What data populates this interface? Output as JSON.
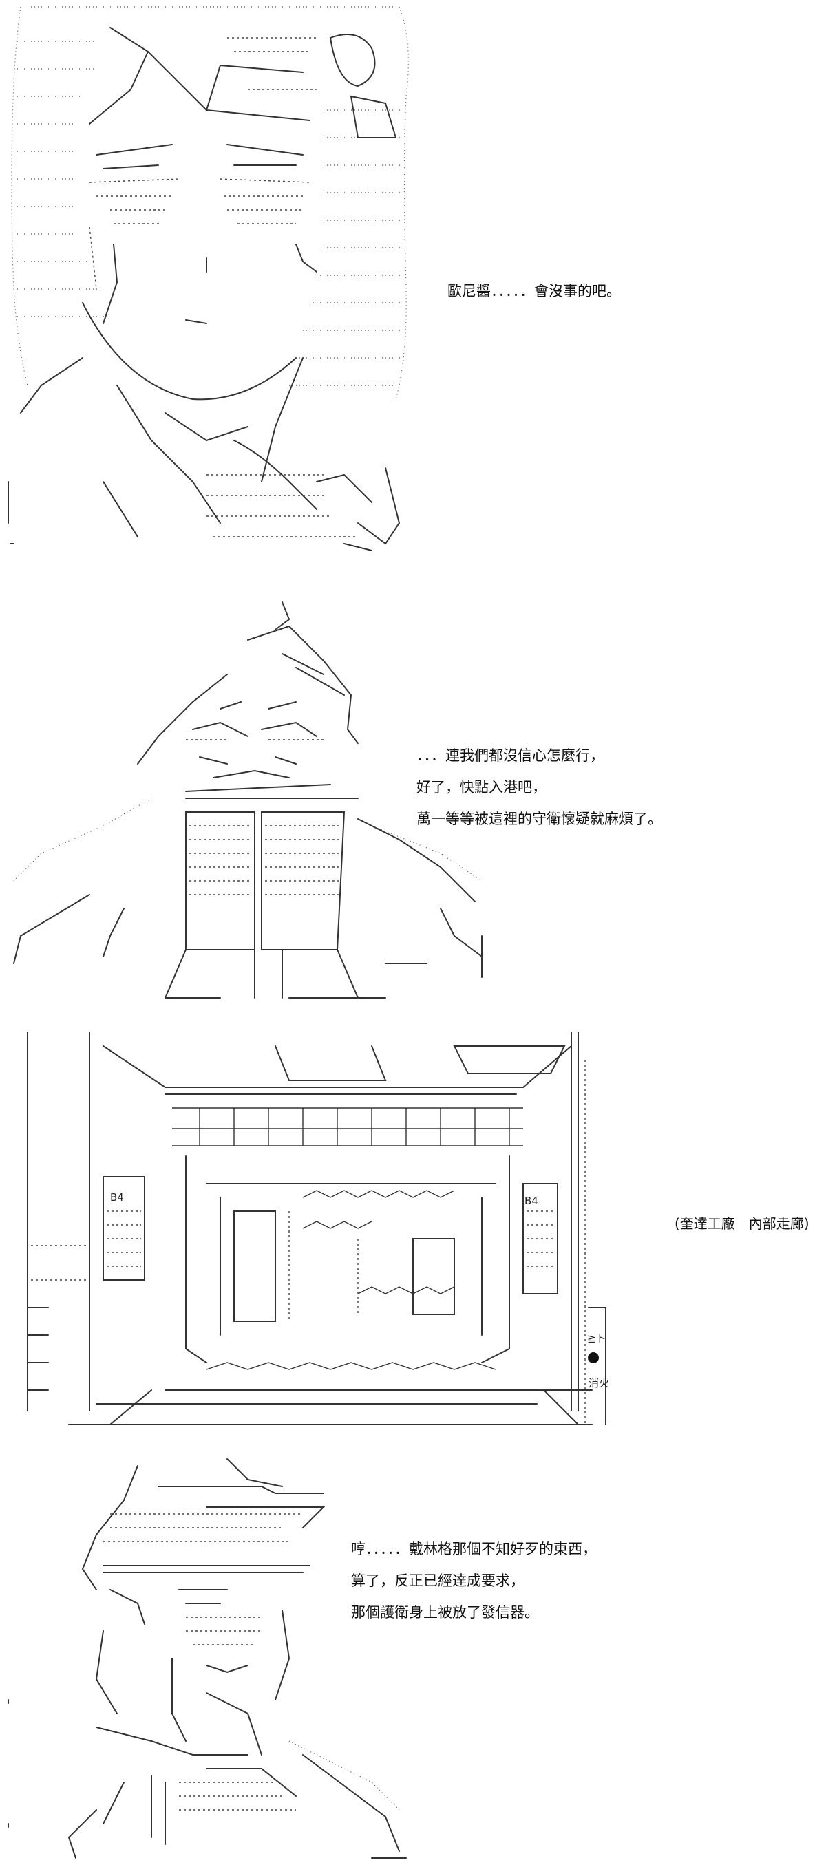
{
  "panels": [
    {
      "figure": "crying-girl-portrait",
      "lines": [
        "歐尼醬．．．．．會沒事的吧。"
      ]
    },
    {
      "figure": "hooded-man-hands-on-hips",
      "lines": [
        "．．．連我們都沒信心怎麼行，",
        "好了，快點入港吧，",
        "萬一等等被這裡的守衛懷疑就麻煩了。"
      ]
    },
    {
      "figure": "factory-corridor",
      "lines": [
        "(奎達工廠　內部走廊)"
      ],
      "signs": {
        "b4": "B4",
        "b4_right": "B4",
        "fire": "消火",
        "fire_mark": "≧ト"
      }
    },
    {
      "figure": "headband-man-portrait",
      "lines": [
        "哼．．．．．戴林格那個不知好歹的東西，",
        "算了，反正已經達成要求，",
        "那個護衛身上被放了發信器。"
      ]
    }
  ]
}
